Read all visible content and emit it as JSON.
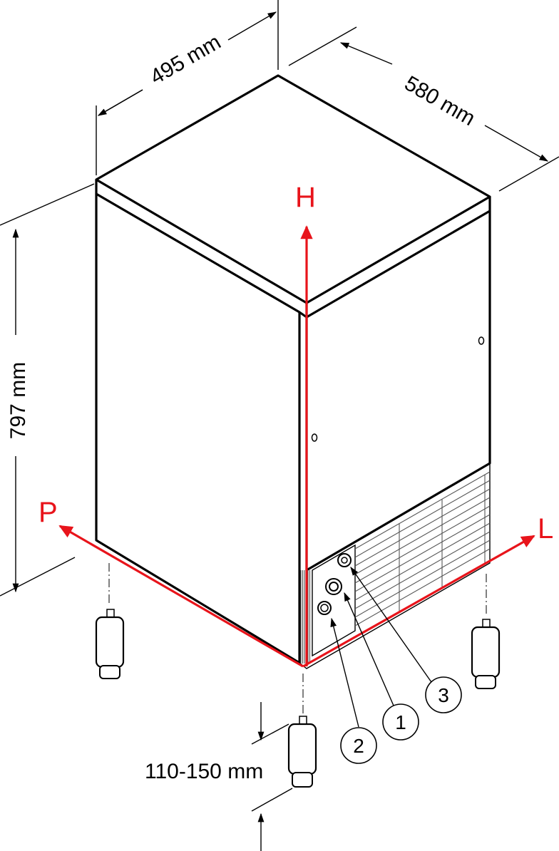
{
  "dimensions": {
    "width": "495 mm",
    "depth": "580 mm",
    "height": "797 mm",
    "feet": "110-150 mm"
  },
  "axes": {
    "height_axis": "H",
    "depth_axis": "P",
    "width_axis": "L"
  },
  "callouts": [
    "1",
    "2",
    "3"
  ],
  "colors": {
    "axis": "#e8141b",
    "outline": "#000000",
    "background": "#ffffff"
  }
}
